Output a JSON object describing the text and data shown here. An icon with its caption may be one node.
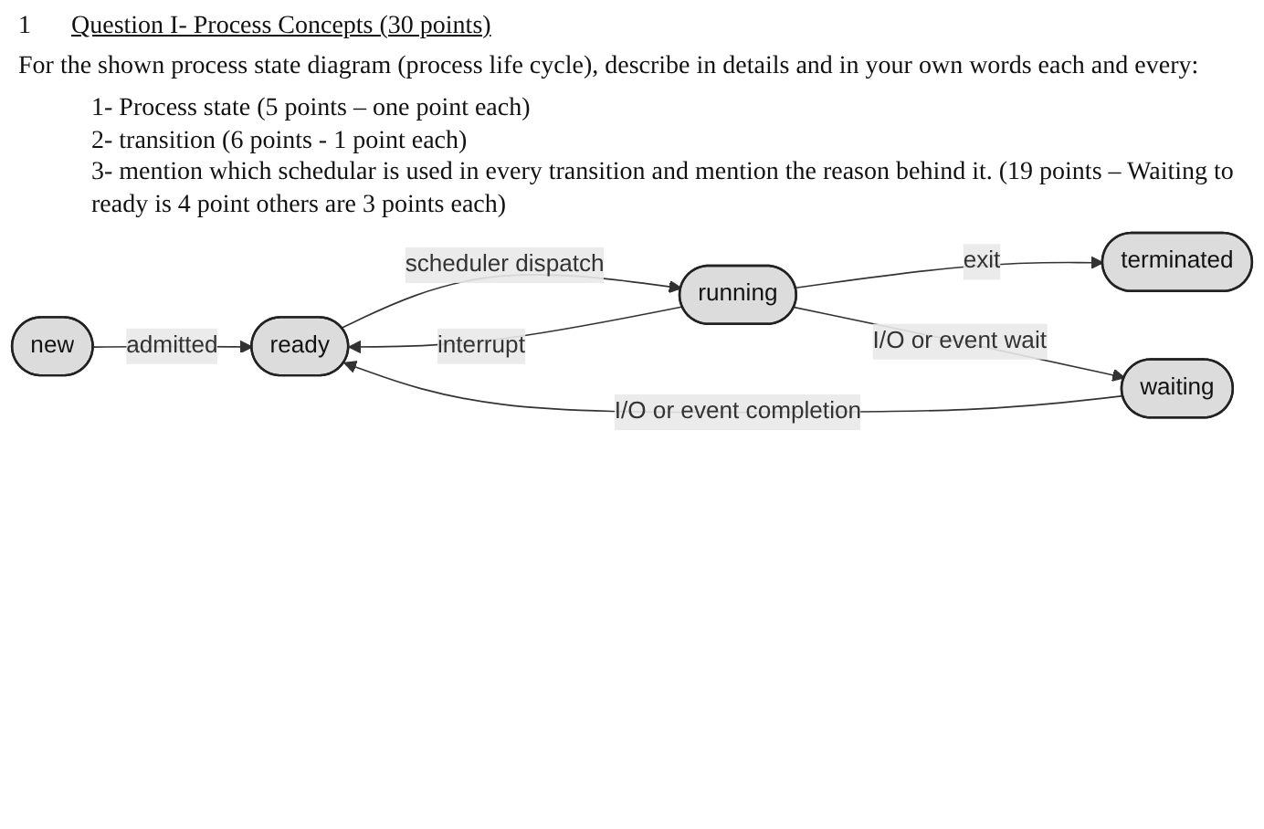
{
  "diagram": {
    "title": "Question I- Process Concepts (30 points)",
    "nodes": [
      {
        "text": [
          "new"
        ]
      },
      {
        "text": [
          "ready"
        ]
      },
      {
        "text": [
          "running"
        ]
      },
      {
        "text": [
          "terminated"
        ]
      },
      {
        "text": [
          "waiting"
        ]
      }
    ],
    "edges": [
      {
        "from": 0,
        "to": 1,
        "arrow": "to",
        "label": "admitted"
      },
      {
        "from": 2,
        "to": 1,
        "arrow": "to",
        "label": "interrupt"
      },
      {
        "from": 2,
        "to": 3,
        "arrow": "to",
        "label": "exit"
      },
      {
        "from": 1,
        "to": 2,
        "arrow": "to",
        "label": "scheduler dispatch"
      },
      {
        "from": 2,
        "to": 4,
        "arrow": "to",
        "label": "I/O or event wait"
      },
      {
        "from": 4,
        "to": 1,
        "arrow": "to",
        "label": "I/O or event completion"
      }
    ],
    "labels": [
      "1",
      "For the shown process state diagram (process life cycle), describe in details and in your own words each and every:",
      "1- Process state (5 points – one point each)",
      "2- transition (6 points - 1 point each)",
      "3- mention which schedular is used in every transition and mention the reason behind it. (19 points – Waiting to ready is 4 point others are 3 points each)"
    ]
  }
}
